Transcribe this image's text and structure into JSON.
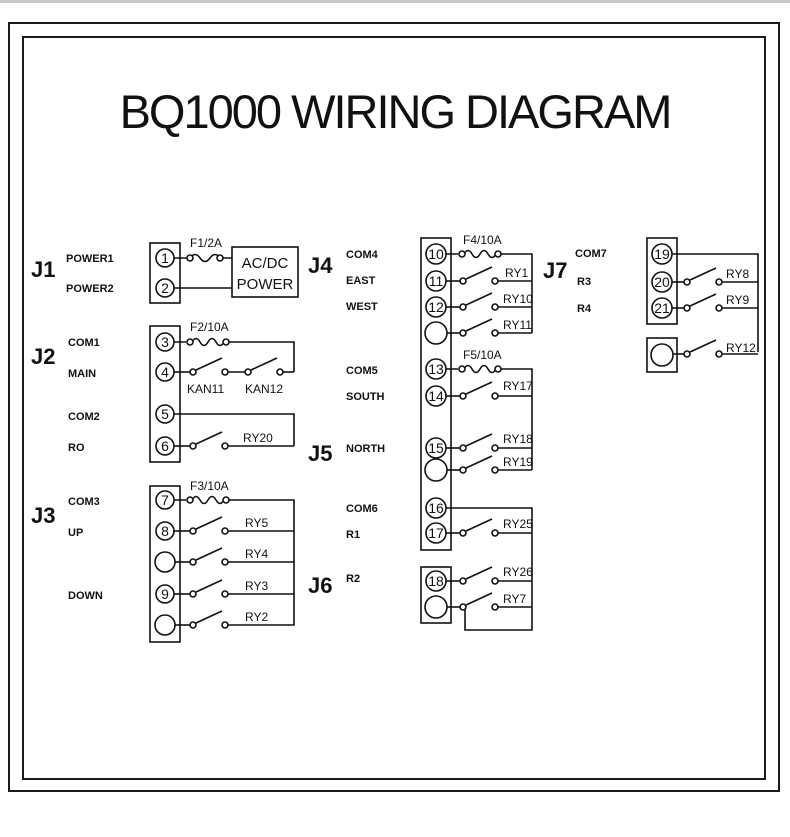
{
  "title": "BQ1000 WIRING DIAGRAM",
  "connectors": {
    "j1": {
      "label": "J1",
      "signals": [
        "POWER1",
        "POWER2"
      ]
    },
    "j2": {
      "label": "J2",
      "signals": [
        "COM1",
        "MAIN",
        "COM2",
        "RO"
      ]
    },
    "j3": {
      "label": "J3",
      "signals": [
        "COM3",
        "UP",
        "DOWN"
      ]
    },
    "j4": {
      "label": "J4",
      "signals": [
        "COM4",
        "EAST",
        "WEST",
        "COM5",
        "SOUTH"
      ]
    },
    "j5": {
      "label": "J5",
      "signals": [
        "NORTH"
      ]
    },
    "j6": {
      "label": "J6",
      "signals": [
        "COM6",
        "R1",
        "R2"
      ]
    },
    "j7": {
      "label": "J7",
      "signals": [
        "COM7",
        "R3",
        "R4"
      ]
    }
  },
  "terminals": [
    "1",
    "2",
    "3",
    "4",
    "5",
    "6",
    "7",
    "8",
    "9",
    "10",
    "11",
    "12",
    "13",
    "14",
    "15",
    "16",
    "17",
    "18",
    "19",
    "20",
    "21"
  ],
  "fuses": {
    "f1": "F1/2A",
    "f2": "F2/10A",
    "f3": "F3/10A",
    "f4": "F4/10A",
    "f5": "F5/10A"
  },
  "power_box": {
    "line1": "AC/DC",
    "line2": "POWER"
  },
  "switches": {
    "kan11": "KAN11",
    "kan12": "KAN12"
  },
  "relays": {
    "ry1": "RY1",
    "ry2": "RY2",
    "ry3": "RY3",
    "ry4": "RY4",
    "ry5": "RY5",
    "ry7": "RY7",
    "ry8": "RY8",
    "ry9": "RY9",
    "ry10": "RY10",
    "ry11": "RY11",
    "ry12": "RY12",
    "ry17": "RY17",
    "ry18": "RY18",
    "ry19": "RY19",
    "ry20": "RY20",
    "ry25": "RY25",
    "ry26": "RY26"
  }
}
